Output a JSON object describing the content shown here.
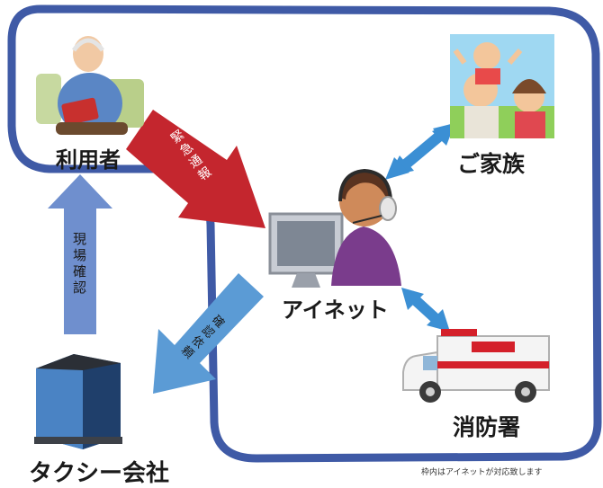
{
  "nodes": {
    "user": "利用者",
    "family": "ご家族",
    "inet": "アイネット",
    "fire": "消防署",
    "taxi": "タクシー会社"
  },
  "arrows": {
    "emergency": "緊急通報",
    "site_check": "現場確認",
    "confirm_request": "確認依頼"
  },
  "note": "枠内はアイネットが対応致します",
  "colors": {
    "frame": "#3f5aa6",
    "red_arrow": "#c4262e",
    "blue_arrow": "#6f8fce",
    "light_arrow": "#5b9bd5"
  }
}
